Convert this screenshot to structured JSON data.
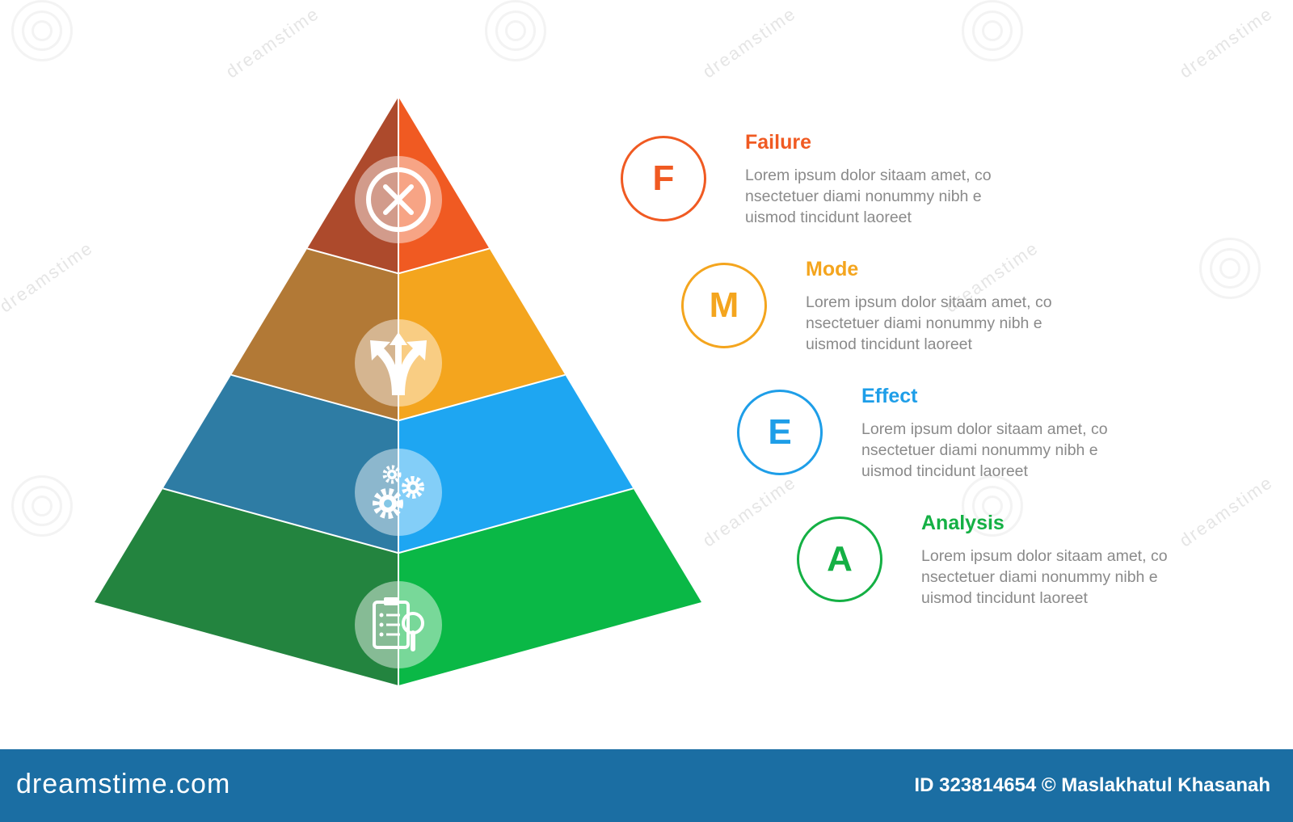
{
  "watermark": {
    "text": "dreamstime"
  },
  "pyramid": {
    "levels": [
      {
        "key": "failure",
        "left_color": "#ad4a2c",
        "right_color": "#f05a22",
        "icon": "close-icon"
      },
      {
        "key": "mode",
        "left_color": "#b27936",
        "right_color": "#f4a51e",
        "icon": "split-arrows-icon"
      },
      {
        "key": "effect",
        "left_color": "#2e7ca4",
        "right_color": "#1ea6f2",
        "icon": "gears-icon"
      },
      {
        "key": "analysis",
        "left_color": "#23843f",
        "right_color": "#0ab846",
        "icon": "clipboard-search-icon"
      }
    ]
  },
  "items": [
    {
      "letter": "F",
      "title": "Failure",
      "color": "#f05a22",
      "lines": [
        "Lorem ipsum dolor sitaam amet, co",
        "nsectetuer diami nonummy  nibh e",
        "uismod tincidunt laoreet"
      ]
    },
    {
      "letter": "M",
      "title": "Mode",
      "color": "#f4a51e",
      "lines": [
        "Lorem ipsum dolor sitaam amet, co",
        "nsectetuer diami nonummy  nibh e",
        "uismod tincidunt laoreet"
      ]
    },
    {
      "letter": "E",
      "title": "Effect",
      "color": "#1e9ee8",
      "lines": [
        "Lorem ipsum dolor sitaam amet, co",
        "nsectetuer diami nonummy  nibh e",
        "uismod tincidunt laoreet"
      ]
    },
    {
      "letter": "A",
      "title": "Analysis",
      "color": "#14b044",
      "lines": [
        "Lorem ipsum dolor sitaam amet, co",
        "nsectetuer diami nonummy  nibh e",
        "uismod tincidunt laoreet"
      ]
    }
  ],
  "footer": {
    "brand": "dreamstime.com",
    "credit": "ID 323814654 © Maslakhatul Khasanah",
    "background": "#1b6ea3"
  }
}
